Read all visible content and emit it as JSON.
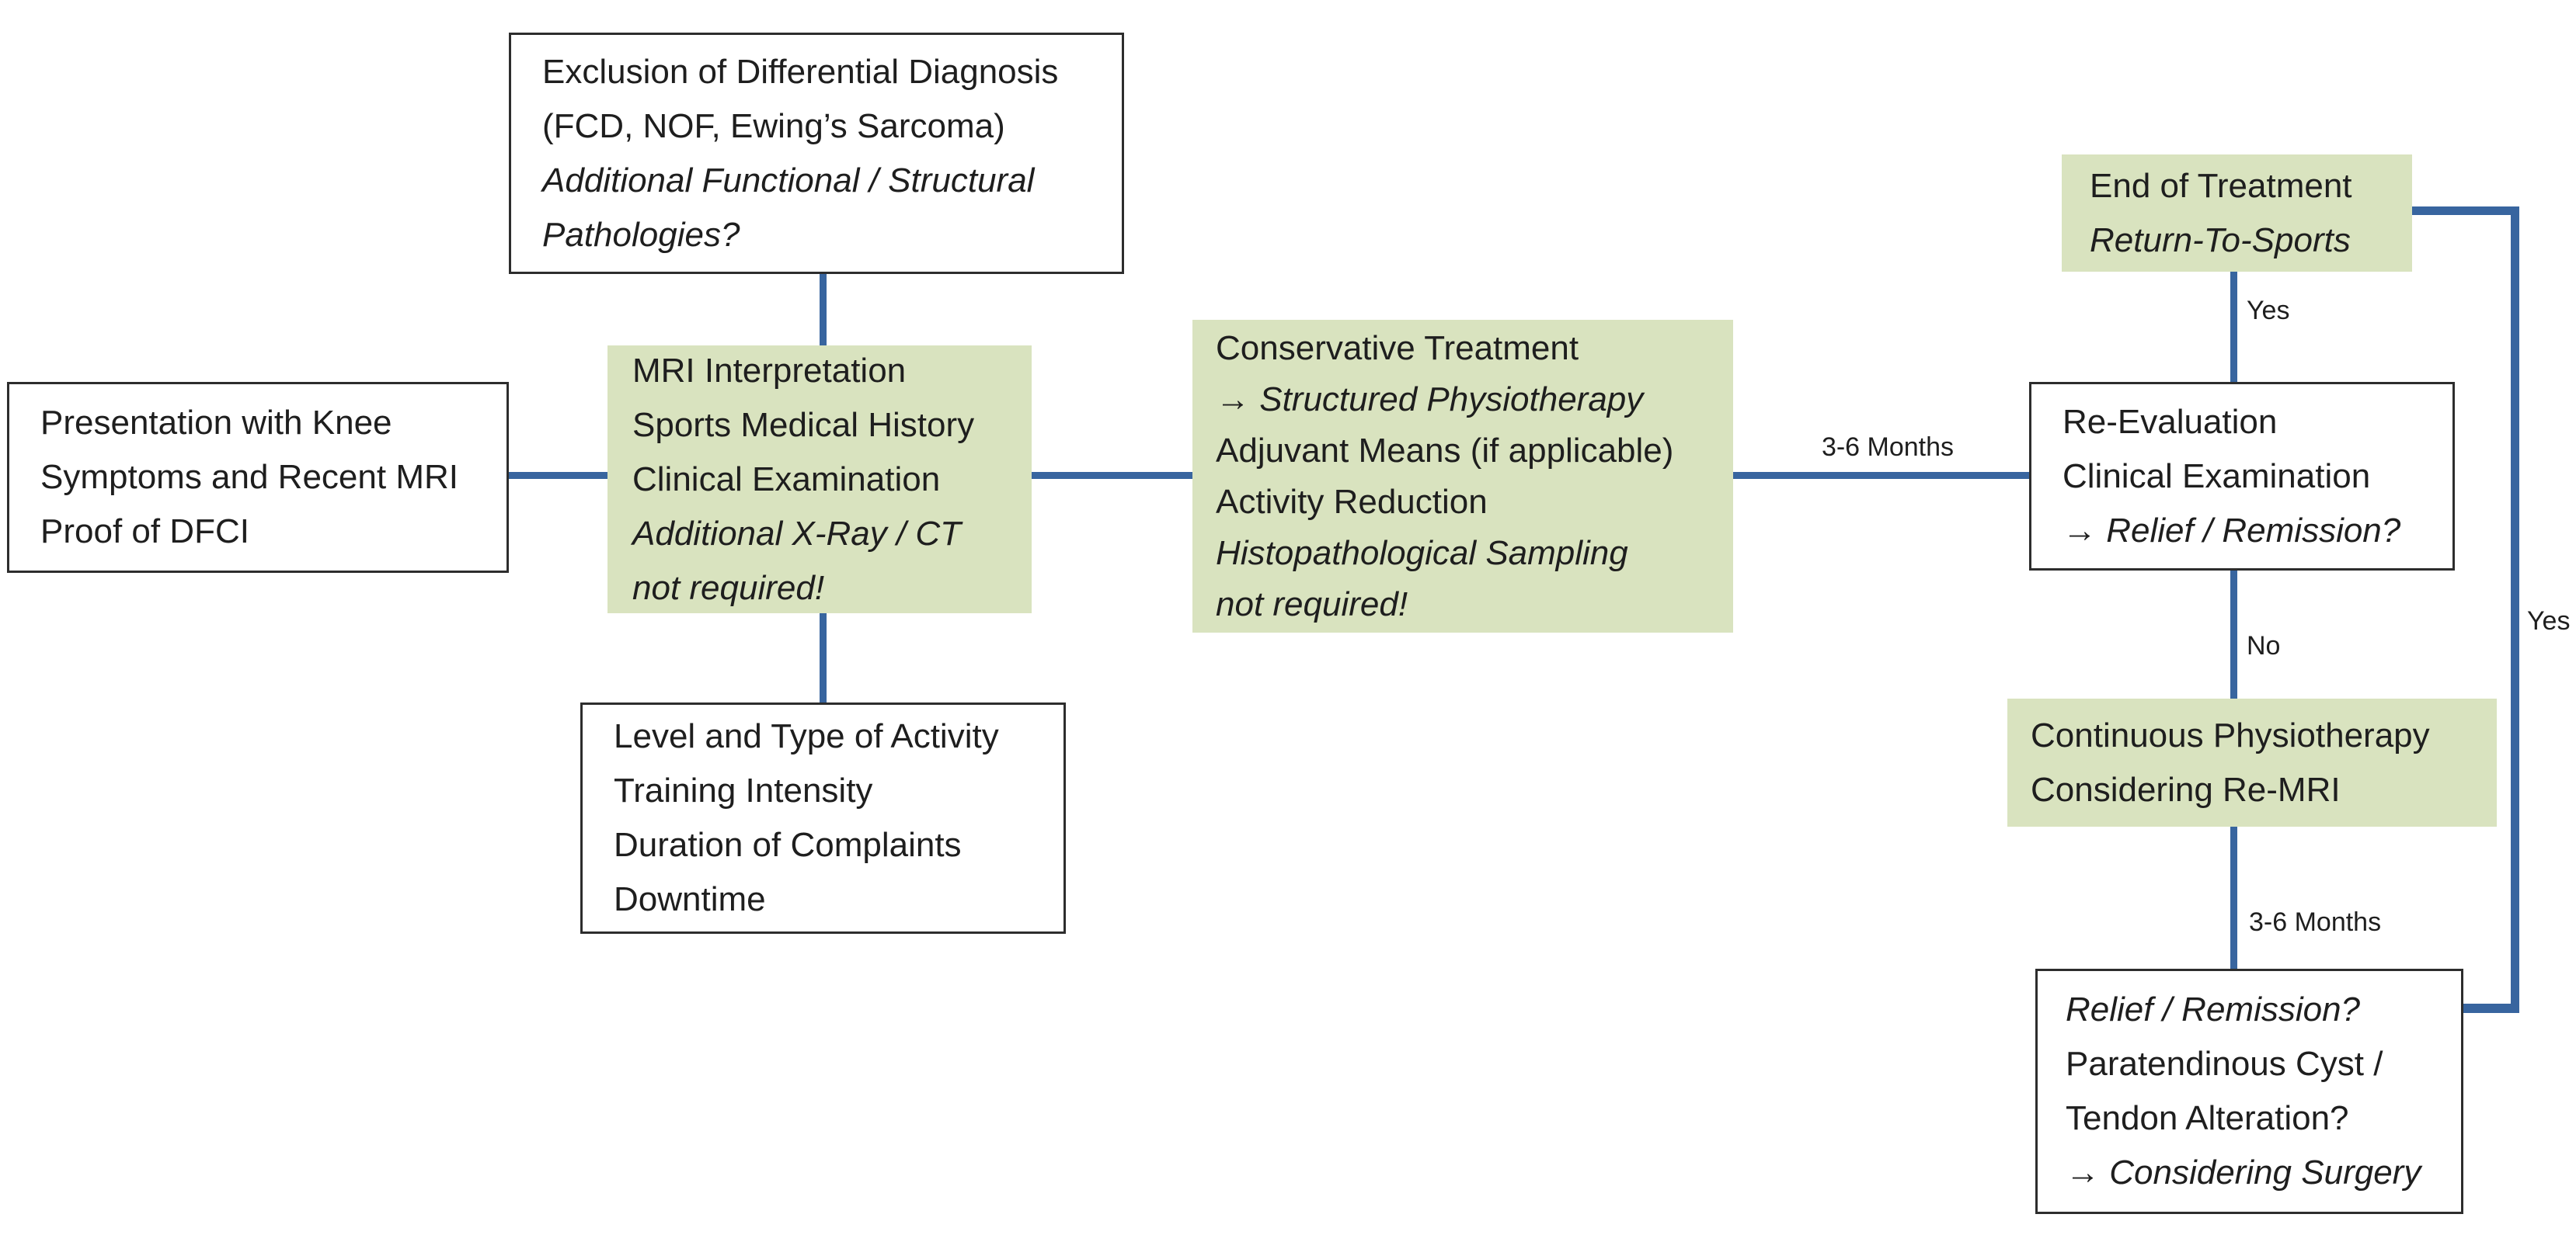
{
  "canvas": {
    "background": "#ffffff",
    "line_color": "#38659f",
    "green_fill": "#d9e3bf",
    "box_border_color": "#2d2d2d",
    "text_color": "#1e1e1e"
  },
  "nodes": {
    "exclusion": {
      "lines": [
        "Exclusion of Differential Diagnosis",
        "(FCD, NOF, Ewing’s Sarcoma)",
        "Additional Functional / Structural",
        "Pathologies?"
      ]
    },
    "presentation": {
      "lines": [
        "Presentation with Knee",
        "Symptoms and Recent MRI",
        "Proof of DFCI"
      ]
    },
    "mri": {
      "lines": [
        "MRI Interpretation",
        "Sports Medical History",
        "Clinical Examination",
        "Additional X-Ray / CT",
        "not required!"
      ]
    },
    "level": {
      "lines": [
        "Level and Type of Activity",
        "Training Intensity",
        "Duration of Complaints",
        "Downtime"
      ]
    },
    "conservative": {
      "lines": [
        "Conservative Treatment",
        "→ Structured Physiotherapy",
        "Adjuvant Means (if applicable)",
        "Activity Reduction",
        "Histopathological Sampling",
        "not required!"
      ]
    },
    "end_treatment": {
      "lines": [
        "End of Treatment",
        "Return-To-Sports"
      ]
    },
    "re_evaluation": {
      "lines": [
        "Re-Evaluation",
        "Clinical Examination",
        "→ Relief / Remission?"
      ]
    },
    "continuous": {
      "lines": [
        "Continuous Physiotherapy",
        "Considering Re-MRI"
      ]
    },
    "relief_surgery": {
      "lines": [
        "Relief / Remission?",
        "Paratendinous Cyst /",
        "Tendon Alteration?",
        "→ Considering Surgery"
      ]
    }
  },
  "labels": {
    "months_mid": "3-6 Months",
    "yes_top": "Yes",
    "no_mid": "No",
    "months_bottom": "3-6 Months",
    "yes_right": "Yes"
  }
}
